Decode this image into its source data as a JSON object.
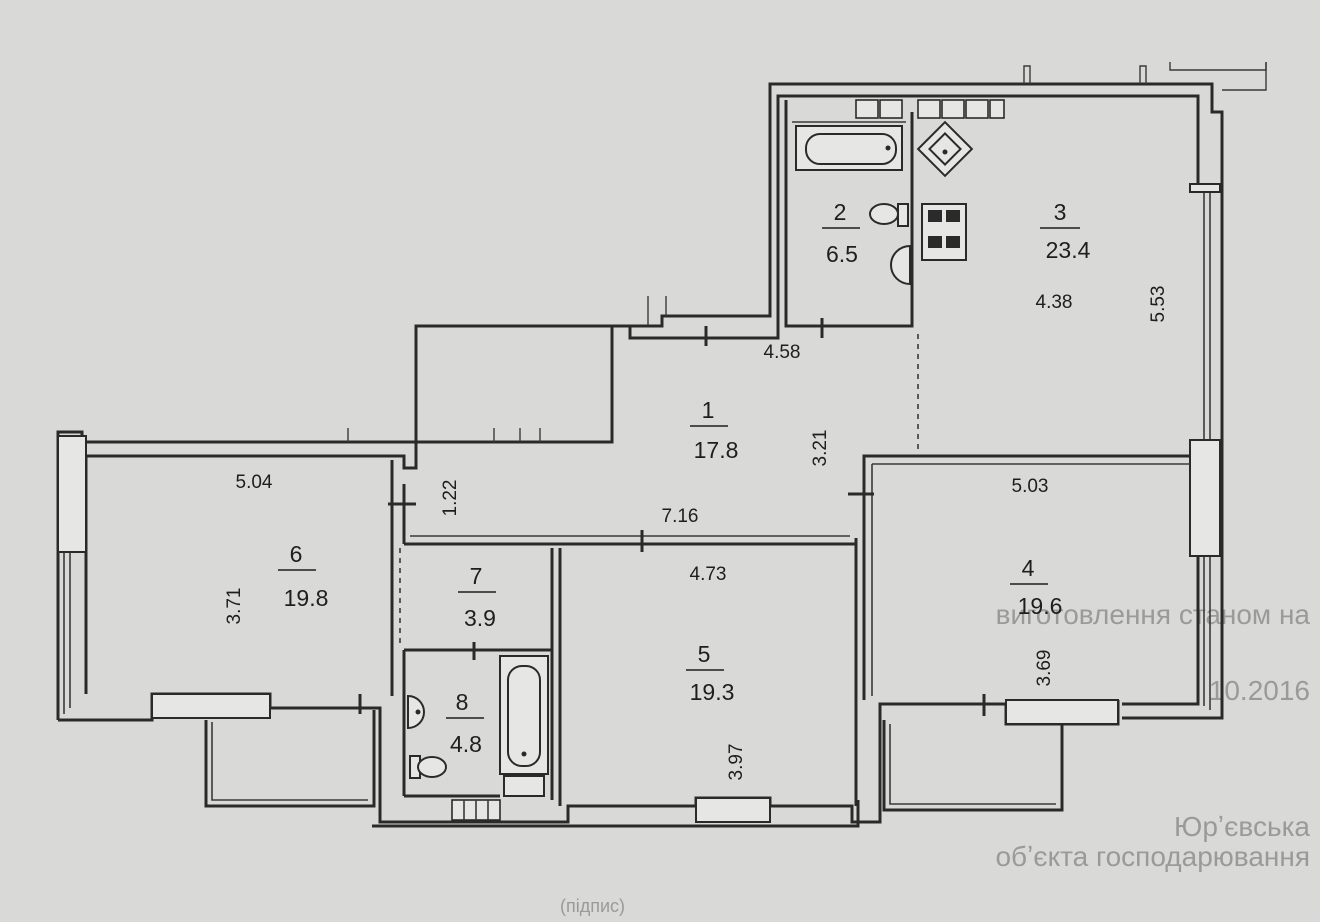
{
  "rooms": [
    {
      "id": "1",
      "number": "1",
      "area": "17.8"
    },
    {
      "id": "2",
      "number": "2",
      "area": "6.5"
    },
    {
      "id": "3",
      "number": "3",
      "area": "23.4"
    },
    {
      "id": "4",
      "number": "4",
      "area": "19.6"
    },
    {
      "id": "5",
      "number": "5",
      "area": "19.3"
    },
    {
      "id": "6",
      "number": "6",
      "area": "19.8"
    },
    {
      "id": "7",
      "number": "7",
      "area": "3.9"
    },
    {
      "id": "8",
      "number": "8",
      "area": "4.8"
    }
  ],
  "dimensions": {
    "hall_top_width": "4.58",
    "hall_height": "3.21",
    "hall_corridor_length": "7.16",
    "corridor_height": "1.22",
    "kitchen_width": "4.38",
    "kitchen_length": "5.53",
    "room4_width": "5.03",
    "room4_length": "3.69",
    "room5_width": "4.73",
    "room5_length": "3.97",
    "room6_width": "5.04",
    "room6_length": "3.71"
  },
  "background_text": {
    "line1": "виготовлення станом на",
    "line2": "10.2016",
    "line3": "Юрʼєвська",
    "line4": "обʼєкта господарювання",
    "line5": "(підпис)"
  }
}
